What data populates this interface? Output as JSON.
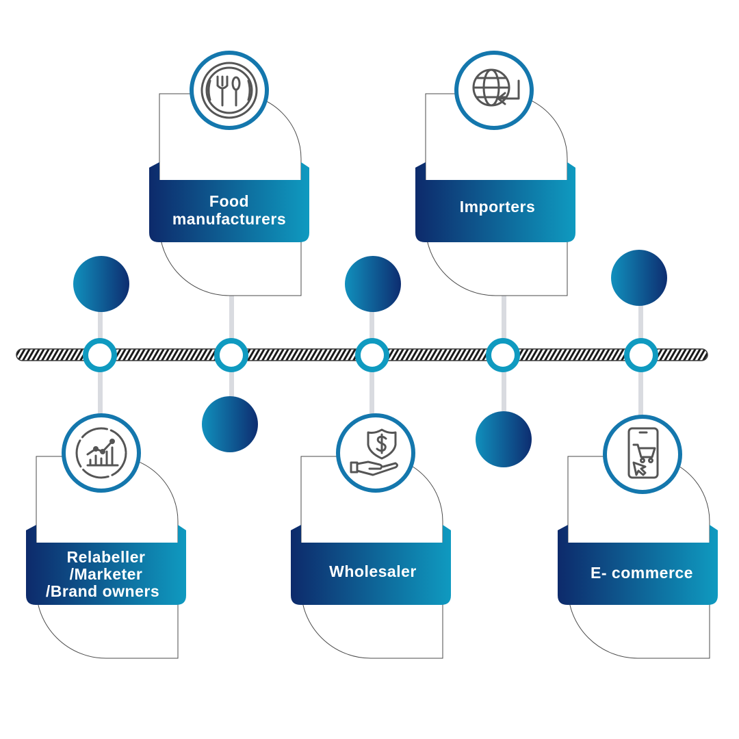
{
  "colors": {
    "navy": "#0d2a6b",
    "teal": "#0f9ac0",
    "ring": "#1187b8",
    "ring_inner": "#15639a",
    "icon_stroke": "#555555",
    "card_outline": "#4a4a4a"
  },
  "cards": [
    {
      "id": "food",
      "lines": [
        "Food",
        "manufacturers"
      ],
      "icon": "fork-spoon-icon"
    },
    {
      "id": "importers",
      "lines": [
        "Importers"
      ],
      "icon": "globe-arrow-icon"
    },
    {
      "id": "relabeller",
      "lines": [
        "Relabeller",
        "/Marketer",
        "/Brand owners"
      ],
      "icon": "chart-growth-icon"
    },
    {
      "id": "wholesaler",
      "lines": [
        "Wholesaler"
      ],
      "icon": "hand-dollar-shield-icon"
    },
    {
      "id": "ecommerce",
      "lines": [
        "E- commerce"
      ],
      "icon": "phone-cart-icon"
    }
  ]
}
